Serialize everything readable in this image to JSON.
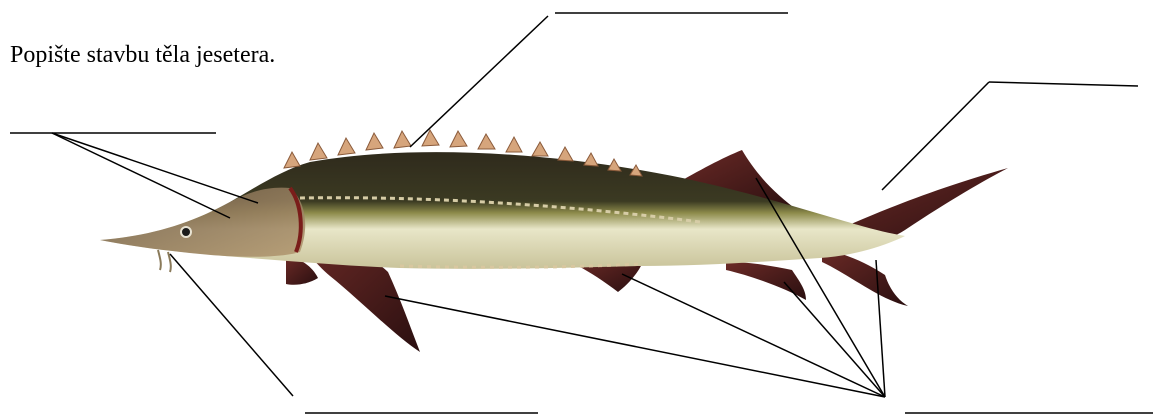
{
  "worksheet": {
    "instruction": "Popište stavbu těla jesetera."
  },
  "answer_blanks": [
    {
      "id": "dorsal-scutes",
      "value": ""
    },
    {
      "id": "head",
      "value": ""
    },
    {
      "id": "tail",
      "value": ""
    },
    {
      "id": "barbels",
      "value": ""
    },
    {
      "id": "fins",
      "value": ""
    }
  ],
  "colors": {
    "ink": "#000000",
    "back": "#2f2a1c",
    "belly": "#e6e3c5",
    "fin": "#4a1d1b",
    "scute": "#d6a57c"
  }
}
